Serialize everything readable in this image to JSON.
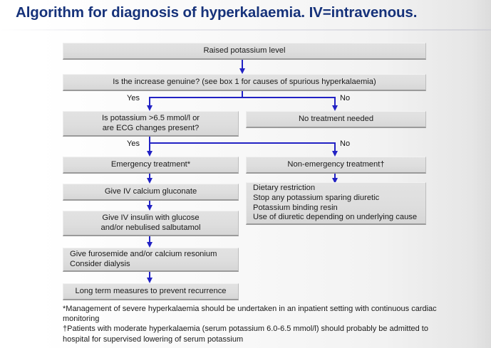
{
  "title": "Algorithm for diagnosis of hyperkalaemia. IV=intravenous.",
  "theme": {
    "title_color": "#16327a",
    "arrow_color": "#2222c4",
    "box_fill": "#dedede",
    "text_color": "#1a1a1a"
  },
  "flow": {
    "boxes": [
      {
        "id": "raised-potassium-level",
        "lines": [
          "Raised potassium level"
        ]
      },
      {
        "id": "is-increase-genuine",
        "lines": [
          "Is the increase genuine? (see box 1 for causes of spurious hyperkalaemia)"
        ]
      },
      {
        "id": "is-potassium-high",
        "lines": [
          "Is potassium >6.5 mmol/l or",
          "are ECG changes present?"
        ]
      },
      {
        "id": "no-treatment-needed",
        "lines": [
          "No treatment needed"
        ]
      },
      {
        "id": "emergency-treatment",
        "lines": [
          "Emergency treatment*"
        ]
      },
      {
        "id": "non-emergency-treatment",
        "lines": [
          "Non-emergency treatment†"
        ]
      },
      {
        "id": "give-iv-calcium-gluconate",
        "lines": [
          "Give IV calcium gluconate"
        ]
      },
      {
        "id": "non-emergency-measures",
        "lines": [
          "Dietary restriction",
          "Stop any potassium sparing diuretic",
          "Potassium binding resin",
          "Use of diuretic depending on underlying cause"
        ]
      },
      {
        "id": "give-iv-insulin",
        "lines": [
          "Give IV insulin with glucose",
          "and/or nebulised salbutamol"
        ]
      },
      {
        "id": "give-furosemide",
        "lines": [
          "Give furosemide and/or calcium resonium",
          "Consider dialysis"
        ]
      },
      {
        "id": "long-term-measures",
        "lines": [
          "Long term measures to prevent recurrence"
        ]
      }
    ],
    "branch_labels": {
      "genuine_yes": "Yes",
      "genuine_no": "No",
      "severity_yes": "Yes",
      "severity_no": "No"
    }
  },
  "footnotes": [
    "*Management of severe hyperkalaemia should be undertaken in an inpatient setting with continuous cardiac monitoring",
    "†Patients with moderate hyperkalaemia (serum potassium 6.0-6.5 mmol/l) should probably be admitted to hospital for supervised lowering of serum potassium"
  ]
}
